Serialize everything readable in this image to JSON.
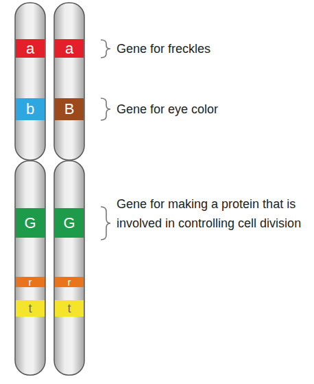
{
  "diagram": {
    "nodes": [
      {
        "text": [
          "a"
        ]
      },
      {
        "text": [
          "a"
        ]
      },
      {
        "text": [
          "b"
        ]
      },
      {
        "text": [
          "B"
        ]
      },
      {
        "text": [
          "G"
        ]
      },
      {
        "text": [
          "G"
        ]
      },
      {
        "text": [
          "r"
        ]
      },
      {
        "text": [
          "r"
        ]
      },
      {
        "text": [
          "t"
        ]
      },
      {
        "text": [
          "t"
        ]
      }
    ],
    "labels": [
      "Gene for freckles",
      "Gene for eye color",
      "Gene for making a protein that is involved in controlling cell division"
    ]
  }
}
